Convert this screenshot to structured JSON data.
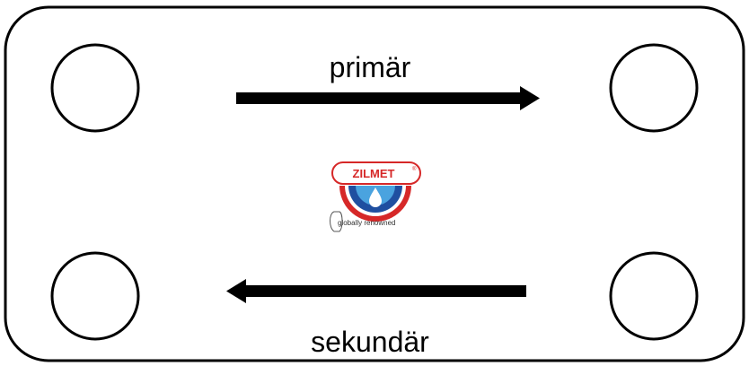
{
  "labels": {
    "top_arrow": "primär",
    "bottom_arrow": "sekundär"
  },
  "arrows": [
    {
      "name": "primary-flow-arrow",
      "direction": "right"
    },
    {
      "name": "secondary-flow-arrow",
      "direction": "left"
    }
  ],
  "ports": [
    "top-left",
    "top-right",
    "bottom-left",
    "bottom-right"
  ],
  "logo": {
    "brand": "ZILMET",
    "mark": "®",
    "tagline": "globally renowned",
    "colors": {
      "red": "#d62828",
      "blue": "#1f4fa0",
      "light_blue": "#4aa3df"
    }
  },
  "colors": {
    "stroke": "#000000",
    "background": "#ffffff"
  }
}
